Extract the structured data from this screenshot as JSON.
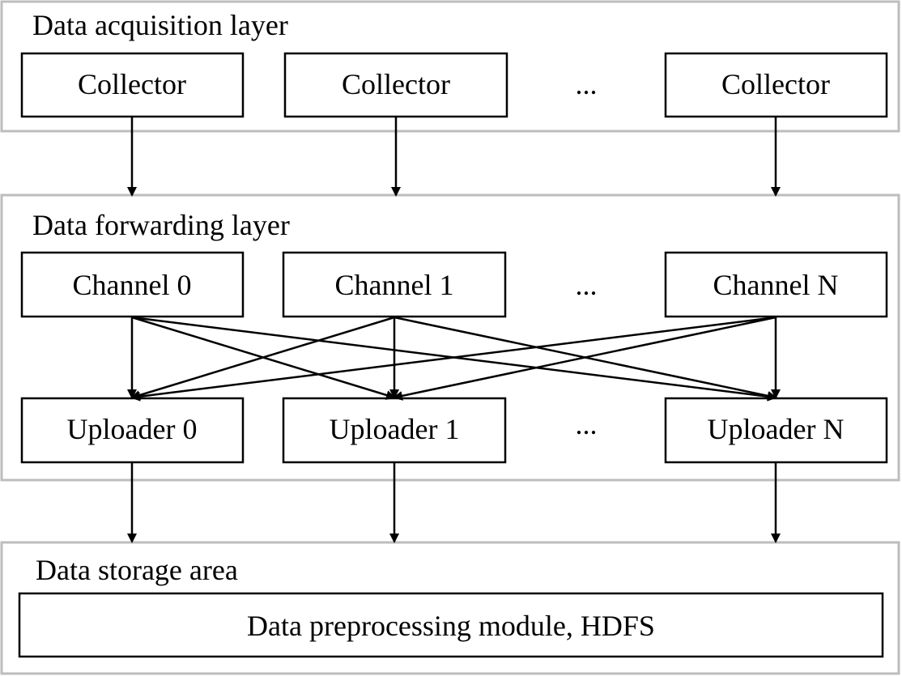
{
  "layers": {
    "acquisition": {
      "title": "Data acquisition layer",
      "nodes": [
        "Collector",
        "Collector",
        "Collector"
      ],
      "ellipsis": "..."
    },
    "forwarding": {
      "title": "Data forwarding layer",
      "channels": [
        "Channel 0",
        "Channel 1",
        "Channel N"
      ],
      "uploaders": [
        "Uploader 0",
        "Uploader 1",
        "Uploader N"
      ],
      "ellipsis": "..."
    },
    "storage": {
      "title": "Data storage area",
      "module": "Data preprocessing module, HDFS"
    }
  },
  "edges": {
    "collector_to_channel": [
      [
        0,
        0
      ],
      [
        1,
        1
      ],
      [
        2,
        2
      ]
    ],
    "channel_to_uploader": [
      [
        0,
        0
      ],
      [
        0,
        1
      ],
      [
        0,
        2
      ],
      [
        1,
        0
      ],
      [
        1,
        1
      ],
      [
        1,
        2
      ],
      [
        2,
        0
      ],
      [
        2,
        1
      ],
      [
        2,
        2
      ]
    ],
    "uploader_to_storage": [
      0,
      1,
      2
    ]
  }
}
